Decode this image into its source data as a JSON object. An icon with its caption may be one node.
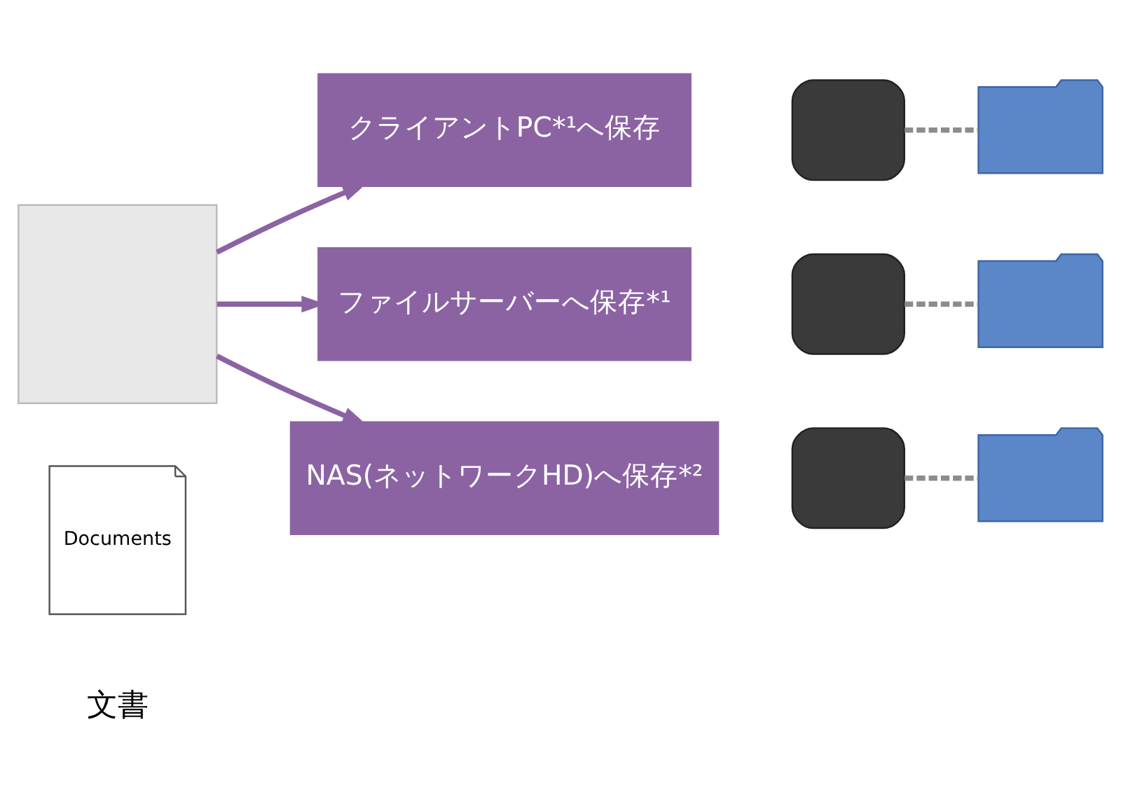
{
  "diagram": {
    "nodes": [
      {
        "text": [],
        "shape": "box"
      },
      {
        "text": [
          "Documents"
        ],
        "beside": [
          "文書"
        ]
      },
      {
        "text": [
          "クライアントPC*¹へ保存"
        ]
      },
      {
        "text": [
          "ファイルサーバーへ保存*¹"
        ]
      },
      {
        "text": [
          "NAS(ネットワークHD)へ保存*²"
        ]
      },
      {
        "text": [],
        "shape": "box"
      },
      {
        "text": [],
        "shape": "folder"
      },
      {
        "text": [],
        "shape": "box"
      },
      {
        "text": [],
        "shape": "folder"
      },
      {
        "text": [],
        "shape": "box"
      },
      {
        "text": [],
        "shape": "folder"
      }
    ],
    "edges": [
      {
        "from": 0,
        "to": 2,
        "arrow": "to"
      },
      {
        "from": 0,
        "to": 3,
        "arrow": "to"
      },
      {
        "from": 0,
        "to": 4,
        "arrow": "to"
      },
      {
        "from": 5,
        "to": 6,
        "arrow": "none",
        "style": "dashed",
        "color": "#8c8c8c"
      },
      {
        "from": 7,
        "to": 8,
        "arrow": "none",
        "style": "dashed",
        "color": "#8c8c8c"
      },
      {
        "from": 9,
        "to": 10,
        "arrow": "none",
        "style": "dashed",
        "color": "#8c8c8c"
      }
    ]
  }
}
